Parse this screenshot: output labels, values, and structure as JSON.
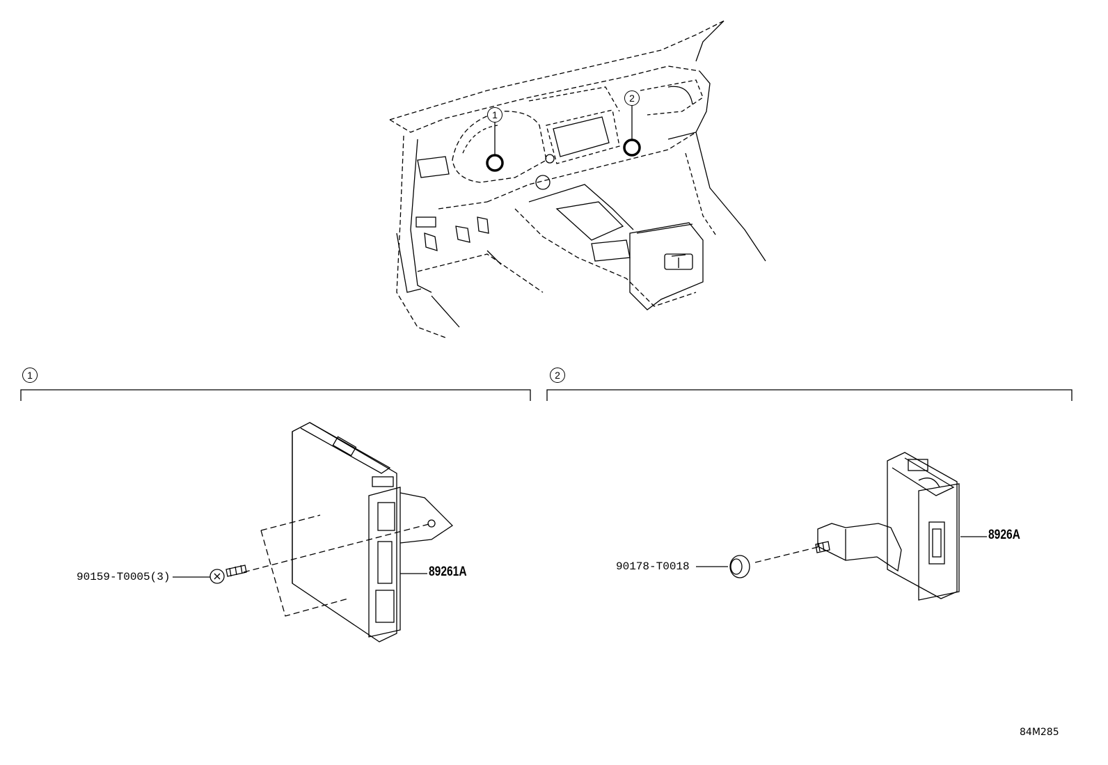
{
  "locations": [
    {
      "marker": "1",
      "part_number": "89261A",
      "fastener": "90159-T0005(3)"
    },
    {
      "marker": "2",
      "part_number": "8926A",
      "fastener": "90178-T0018"
    }
  ],
  "drawing_ref": "84M285"
}
